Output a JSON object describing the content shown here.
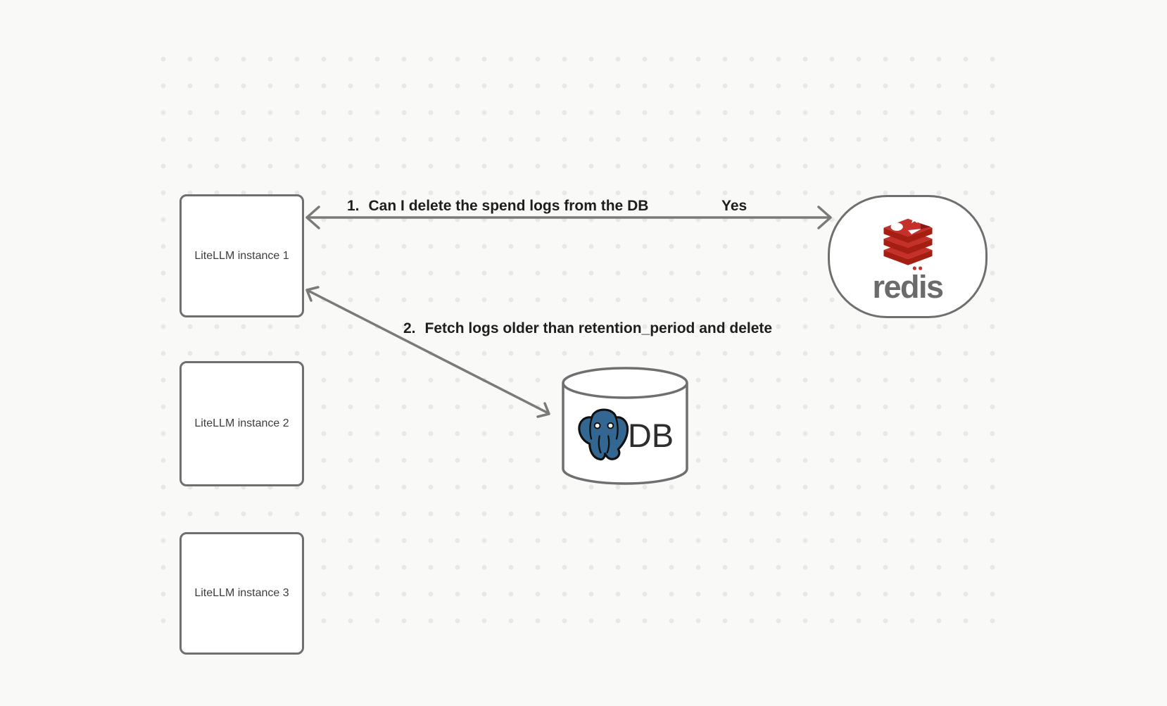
{
  "nodes": {
    "instance1": {
      "label": "LiteLLM instance 1"
    },
    "instance2": {
      "label": "LiteLLM instance 2"
    },
    "instance3": {
      "label": "LiteLLM instance 3"
    },
    "redis": {
      "label": "redis"
    },
    "db": {
      "label": "DB"
    }
  },
  "edges": {
    "edge1": {
      "number": "1.",
      "text": "Can I delete the spend logs from the DB",
      "response": "Yes"
    },
    "edge2": {
      "number": "2.",
      "text": "Fetch logs older than retention_period and delete"
    }
  },
  "icons": {
    "redis": "redis-stack-logo-icon",
    "postgres": "postgresql-elephant-icon"
  },
  "colors": {
    "canvas_background": "#f9f9f8",
    "grid_dot": "#e8e8e8",
    "shape_border": "#6f6f6f",
    "arrow": "#7a7a7a",
    "edge_label_text": "#1e1e1e",
    "node_text": "#3d3d3d",
    "redis_red": "#C6302B",
    "redis_dark_red": "#A41E11",
    "redis_wordmark_gray": "#6b6b6b",
    "postgres_blue": "#336791"
  }
}
